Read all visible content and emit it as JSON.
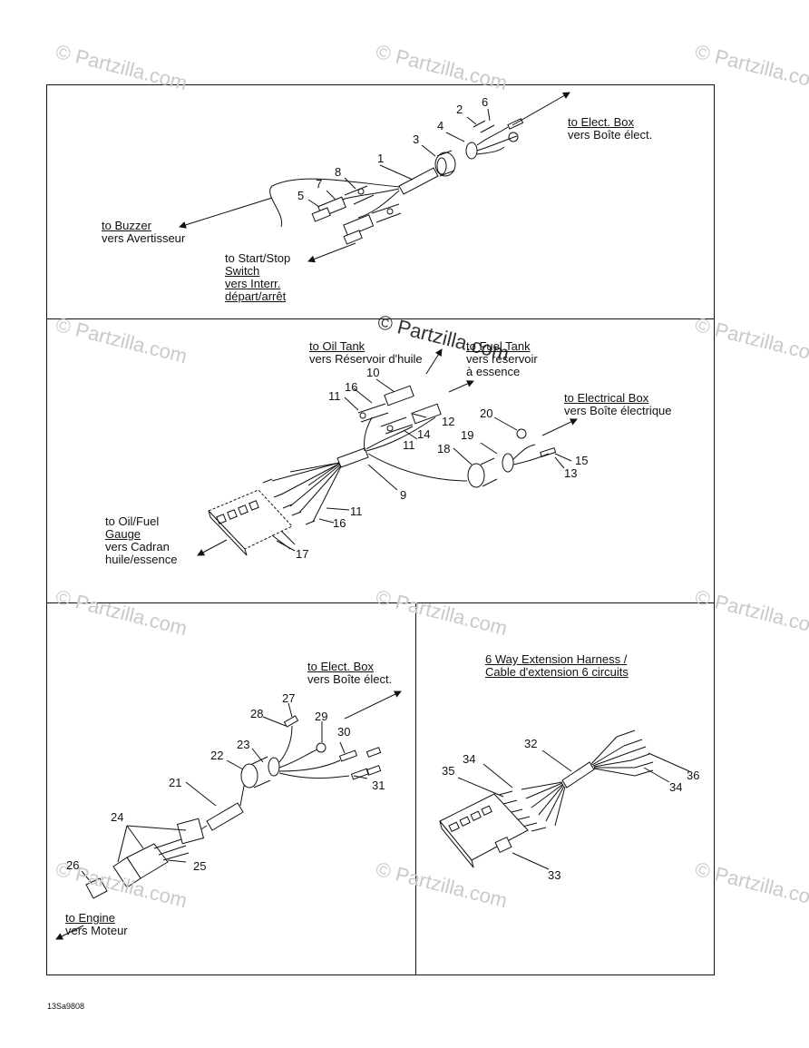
{
  "watermark": "© Partzilla.com",
  "figure_code": "13Sa9808",
  "panel1": {
    "dest_elect_box": [
      "to Elect. Box",
      "vers Boîte élect."
    ],
    "dest_buzzer": [
      "to Buzzer",
      "vers Avertisseur"
    ],
    "dest_switch": [
      "to Start/Stop",
      "Switch",
      "vers Interr.",
      "départ/arrêt"
    ],
    "callouts": [
      "1",
      "2",
      "3",
      "4",
      "5",
      "6",
      "7",
      "8"
    ]
  },
  "panel2": {
    "dest_oil_tank": [
      "to Oil Tank",
      "vers Réservoir d'huile"
    ],
    "dest_fuel_tank": [
      "to Fuel Tank",
      "vers réservoir",
      "à essence"
    ],
    "dest_electrical_box": [
      "to Electrical Box",
      "vers Boîte électrique"
    ],
    "dest_gauge": [
      "to Oil/Fuel",
      "Gauge",
      "vers Cadran",
      "huile/essence"
    ],
    "callouts": [
      "9",
      "10",
      "11",
      "11",
      "11",
      "12",
      "13",
      "14",
      "15",
      "16",
      "16",
      "17",
      "18",
      "19",
      "20"
    ]
  },
  "panel3": {
    "dest_elect_box": [
      "to Elect. Box",
      "vers Boîte élect."
    ],
    "dest_engine": [
      "to Engine",
      "vers Moteur"
    ],
    "callouts": [
      "21",
      "22",
      "23",
      "24",
      "25",
      "26",
      "27",
      "28",
      "29",
      "30",
      "31"
    ]
  },
  "panel4": {
    "title": [
      "6 Way Extension Harness /",
      "Cable d'extension 6 circuits"
    ],
    "callouts": [
      "32",
      "33",
      "34",
      "34",
      "35",
      "36"
    ]
  }
}
